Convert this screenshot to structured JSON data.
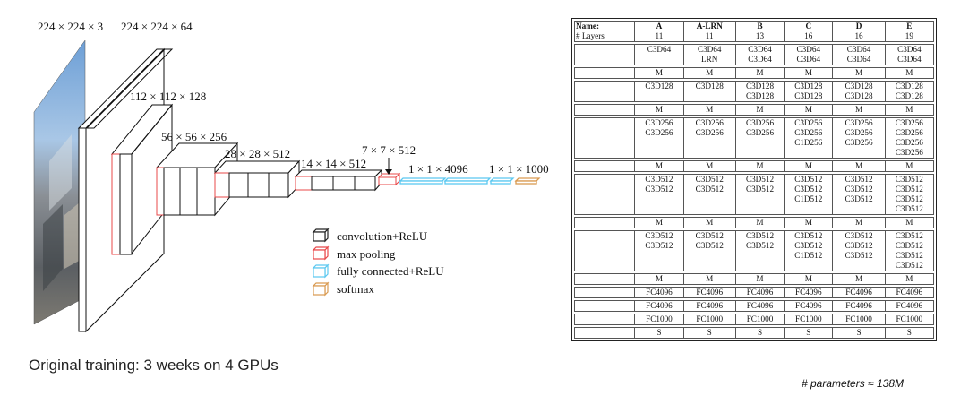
{
  "diagram": {
    "dim_labels": {
      "input": "224 × 224 × 3",
      "conv1": "224 × 224 × 64",
      "conv2": "112 × 112 × 128",
      "conv3": "56 × 56 × 256",
      "conv4": "28 × 28 × 512",
      "conv5": "14 × 14 × 512",
      "pool5": "7 × 7 × 512",
      "fc": "1 × 1 × 4096",
      "softmax": "1 × 1 × 1000"
    },
    "colors": {
      "conv": "#222222",
      "pool": "#e8484a",
      "fc": "#5bc8f0",
      "softmax": "#d99a50"
    },
    "legend": [
      {
        "label": "convolution+ReLU",
        "color": "#222222"
      },
      {
        "label": "max pooling",
        "color": "#e8484a"
      },
      {
        "label": "fully connected+ReLU",
        "color": "#5bc8f0"
      },
      {
        "label": "softmax",
        "color": "#d99a50"
      }
    ]
  },
  "caption": "Original training: 3 weeks on 4 GPUs",
  "params_note": "# parameters ≈ 138M",
  "table": {
    "header": [
      "Name:",
      "A",
      "A-LRN",
      "B",
      "C",
      "D",
      "E"
    ],
    "layers_row": [
      "# Layers",
      "11",
      "11",
      "13",
      "16",
      "16",
      "19"
    ],
    "groups": [
      [
        [
          "",
          "C3D64",
          "C3D64",
          "C3D64",
          "C3D64",
          "C3D64",
          "C3D64"
        ],
        [
          "",
          "",
          "LRN",
          "C3D64",
          "C3D64",
          "C3D64",
          "C3D64"
        ]
      ],
      [
        [
          "",
          "M",
          "M",
          "M",
          "M",
          "M",
          "M"
        ]
      ],
      [
        [
          "",
          "C3D128",
          "C3D128",
          "C3D128",
          "C3D128",
          "C3D128",
          "C3D128"
        ],
        [
          "",
          "",
          "",
          "C3D128",
          "C3D128",
          "C3D128",
          "C3D128"
        ]
      ],
      [
        [
          "",
          "M",
          "M",
          "M",
          "M",
          "M",
          "M"
        ]
      ],
      [
        [
          "",
          "C3D256",
          "C3D256",
          "C3D256",
          "C3D256",
          "C3D256",
          "C3D256"
        ],
        [
          "",
          "C3D256",
          "C3D256",
          "C3D256",
          "C3D256",
          "C3D256",
          "C3D256"
        ],
        [
          "",
          "",
          "",
          "",
          "C1D256",
          "C3D256",
          "C3D256"
        ],
        [
          "",
          "",
          "",
          "",
          "",
          "",
          "C3D256"
        ]
      ],
      [
        [
          "",
          "M",
          "M",
          "M",
          "M",
          "M",
          "M"
        ]
      ],
      [
        [
          "",
          "C3D512",
          "C3D512",
          "C3D512",
          "C3D512",
          "C3D512",
          "C3D512"
        ],
        [
          "",
          "C3D512",
          "C3D512",
          "C3D512",
          "C3D512",
          "C3D512",
          "C3D512"
        ],
        [
          "",
          "",
          "",
          "",
          "C1D512",
          "C3D512",
          "C3D512"
        ],
        [
          "",
          "",
          "",
          "",
          "",
          "",
          "C3D512"
        ]
      ],
      [
        [
          "",
          "M",
          "M",
          "M",
          "M",
          "M",
          "M"
        ]
      ],
      [
        [
          "",
          "C3D512",
          "C3D512",
          "C3D512",
          "C3D512",
          "C3D512",
          "C3D512"
        ],
        [
          "",
          "C3D512",
          "C3D512",
          "C3D512",
          "C3D512",
          "C3D512",
          "C3D512"
        ],
        [
          "",
          "",
          "",
          "",
          "C1D512",
          "C3D512",
          "C3D512"
        ],
        [
          "",
          "",
          "",
          "",
          "",
          "",
          "C3D512"
        ]
      ],
      [
        [
          "",
          "M",
          "M",
          "M",
          "M",
          "M",
          "M"
        ]
      ],
      [
        [
          "",
          "FC4096",
          "FC4096",
          "FC4096",
          "FC4096",
          "FC4096",
          "FC4096"
        ]
      ],
      [
        [
          "",
          "FC4096",
          "FC4096",
          "FC4096",
          "FC4096",
          "FC4096",
          "FC4096"
        ]
      ],
      [
        [
          "",
          "FC1000",
          "FC1000",
          "FC1000",
          "FC1000",
          "FC1000",
          "FC1000"
        ]
      ],
      [
        [
          "",
          "S",
          "S",
          "S",
          "S",
          "S",
          "S"
        ]
      ]
    ]
  }
}
